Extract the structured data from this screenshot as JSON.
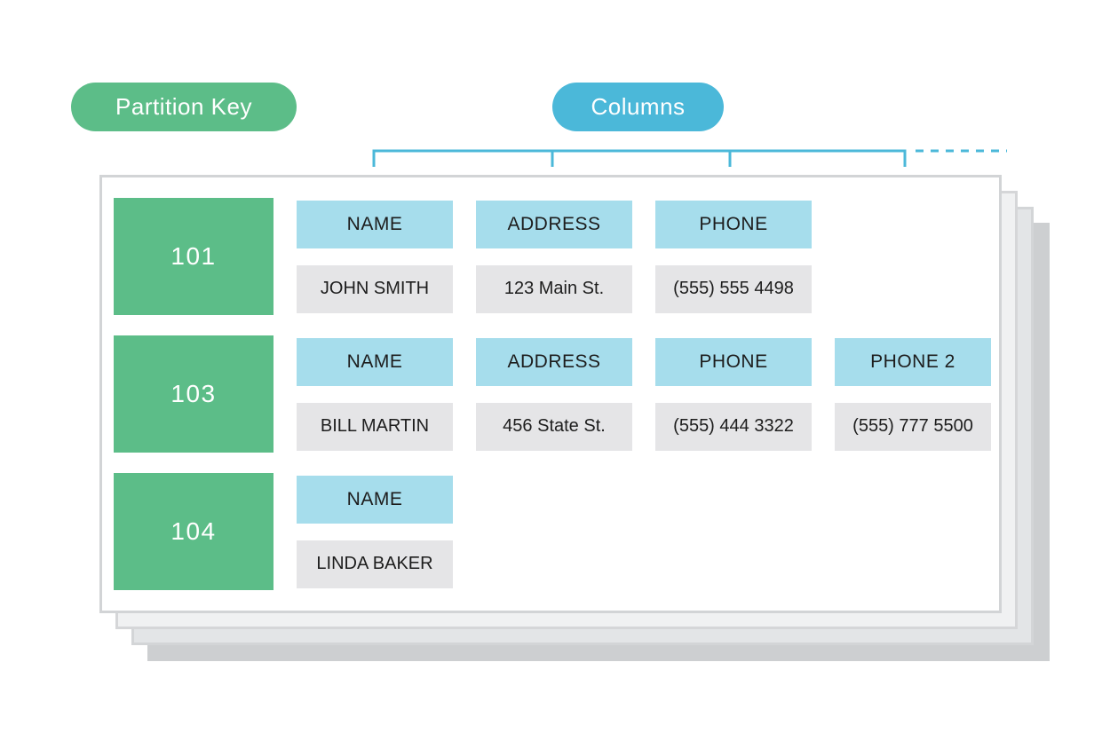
{
  "labels": {
    "partition_key": "Partition Key",
    "columns": "Columns"
  },
  "colors": {
    "partition_green": "#5cbd88",
    "columns_blue": "#4bb8d9",
    "column_header_blue": "#a6ddec",
    "value_cell_gray": "#e5e5e7",
    "card_border_gray": "#d2d4d6"
  },
  "rows": [
    {
      "key": "101",
      "cells": [
        {
          "header": "NAME",
          "value": "JOHN SMITH"
        },
        {
          "header": "ADDRESS",
          "value": "123 Main St."
        },
        {
          "header": "PHONE",
          "value": "(555) 555 4498"
        }
      ]
    },
    {
      "key": "103",
      "cells": [
        {
          "header": "NAME",
          "value": "BILL MARTIN"
        },
        {
          "header": "ADDRESS",
          "value": "456 State St."
        },
        {
          "header": "PHONE",
          "value": "(555) 444 3322"
        },
        {
          "header": "PHONE 2",
          "value": "(555) 777 5500"
        }
      ]
    },
    {
      "key": "104",
      "cells": [
        {
          "header": "NAME",
          "value": "LINDA BAKER"
        }
      ]
    }
  ]
}
